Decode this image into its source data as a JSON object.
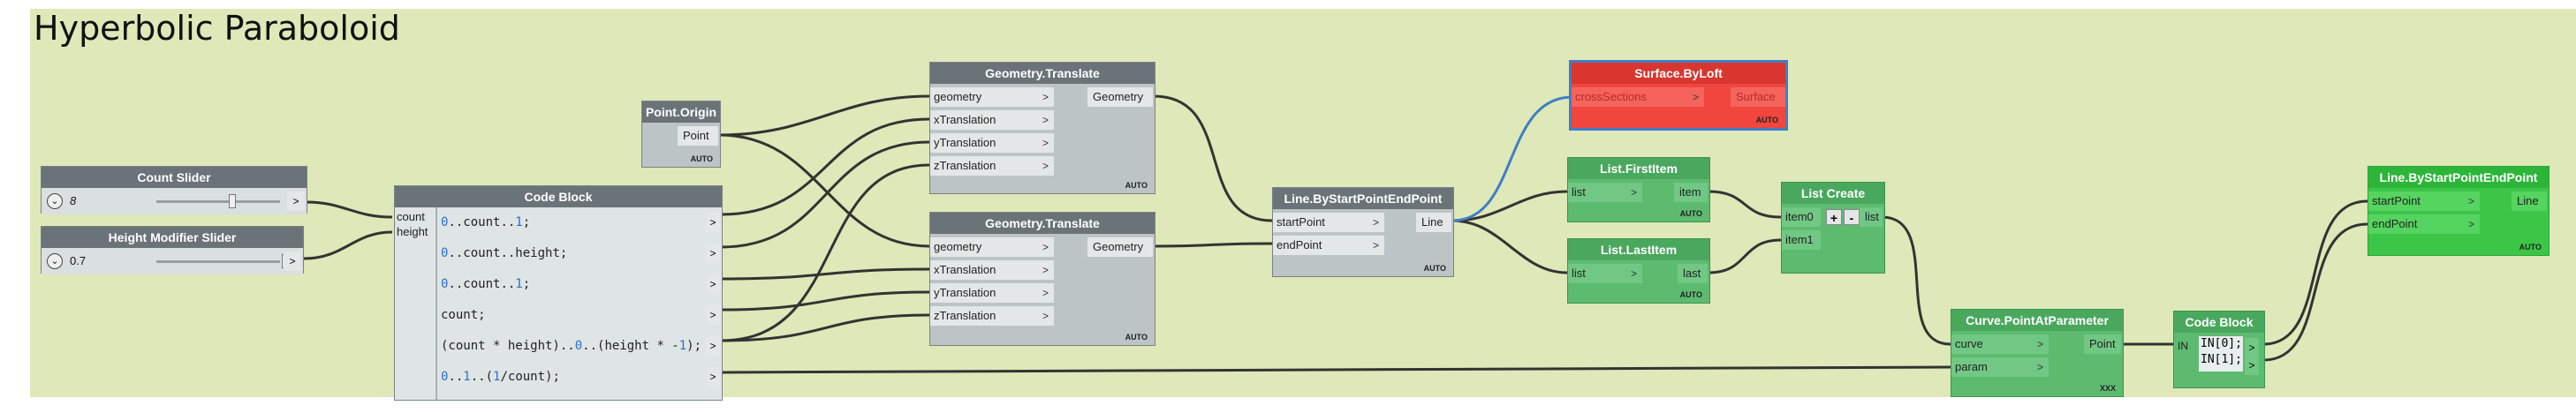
{
  "group": {
    "title": "Hyperbolic Paraboloid"
  },
  "count_slider": {
    "title": "Count Slider",
    "value": "8",
    "btn": "⌄",
    "out": ">"
  },
  "height_slider": {
    "title": "Height Modifier Slider",
    "value": "0.7",
    "btn": "⌄",
    "out": ">"
  },
  "code_block_1": {
    "title": "Code Block",
    "inputs": [
      "count",
      "height"
    ],
    "lines": [
      "0..count..1;",
      "0..count..height;",
      "0..count..1;",
      "count;",
      "(count * height)..0..(height * -1);",
      "0..1..(1/count);"
    ]
  },
  "point_origin": {
    "title": "Point.Origin",
    "out": "Point",
    "lacing": "AUTO"
  },
  "translate_1": {
    "title": "Geometry.Translate",
    "inputs": [
      "geometry",
      "xTranslation",
      "yTranslation",
      "zTranslation"
    ],
    "out": "Geometry",
    "lacing": "AUTO"
  },
  "translate_2": {
    "title": "Geometry.Translate",
    "inputs": [
      "geometry",
      "xTranslation",
      "yTranslation",
      "zTranslation"
    ],
    "out": "Geometry",
    "lacing": "AUTO"
  },
  "line_1": {
    "title": "Line.ByStartPointEndPoint",
    "inputs": [
      "startPoint",
      "endPoint"
    ],
    "out": "Line",
    "lacing": "AUTO"
  },
  "surface_loft": {
    "title": "Surface.ByLoft",
    "inputs": [
      "crossSections"
    ],
    "out": "Surface",
    "lacing": "AUTO"
  },
  "first_item": {
    "title": "List.FirstItem",
    "inputs": [
      "list"
    ],
    "out": "item",
    "lacing": "AUTO"
  },
  "last_item": {
    "title": "List.LastItem",
    "inputs": [
      "list"
    ],
    "out": "last",
    "lacing": "AUTO"
  },
  "list_create": {
    "title": "List Create",
    "inputs": [
      "item0",
      "item1"
    ],
    "out": "list",
    "plus": "+",
    "minus": "-"
  },
  "curve_param": {
    "title": "Curve.PointAtParameter",
    "inputs": [
      "curve",
      "param"
    ],
    "out": "Point",
    "lacing": "XXX"
  },
  "code_block_2": {
    "title": "Code Block",
    "input": "IN",
    "lines": [
      "IN[0];",
      "IN[1];"
    ]
  },
  "line_2": {
    "title": "Line.ByStartPointEndPoint",
    "inputs": [
      "startPoint",
      "endPoint"
    ],
    "out": "Line",
    "lacing": "AUTO"
  },
  "colors": {
    "group": "#dfe8b8",
    "node_gray": "#bcc4c6",
    "node_green": "#5dbb70",
    "node_bright_green": "#3cc648",
    "node_red": "#f0463e",
    "wire": "#333333",
    "wire_selected": "#3f7ec7"
  }
}
